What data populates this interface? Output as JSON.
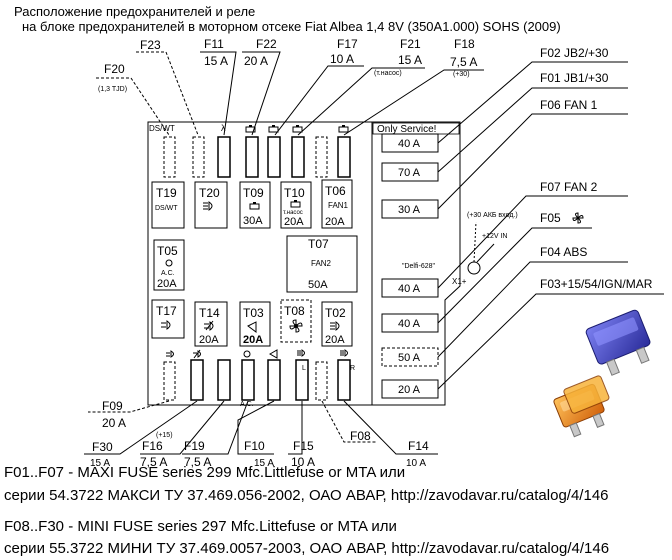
{
  "header": {
    "line1": "Расположение предохранителей и реле",
    "line2": "на блоке предохранителей в моторном отсеке Fiat Albea 1,4 8V (350A1.000) SOHS (2009)"
  },
  "top_labels": {
    "f23": "F23",
    "f11": "F11",
    "f11_amp": "15 A",
    "f22": "F22",
    "f22_amp": "20 A",
    "f17": "F17",
    "f17_amp": "10 A",
    "f21": "F21",
    "f21_amp": "15 A",
    "f21_note": "(т.насос)",
    "f18": "F18",
    "f18_amp": "7,5 A",
    "f18_note": "(+30)",
    "f20": "F20",
    "f20_note": "(1,3 TJD)"
  },
  "right_labels": {
    "f02": "F02 JB2/+30",
    "f01": "F01 JB1/+30",
    "f06": "F06 FAN 1",
    "f07": "F07 FAN 2",
    "f05": "F05",
    "f04": "F04 ABS",
    "f03": "F03+15/54/IGN/MAR"
  },
  "box": {
    "only_service": "Only Service!",
    "maxi_top": [
      "40 A",
      "70 A",
      "30 A"
    ],
    "maxi_bottom": [
      "40 A",
      "40 A",
      "50 A",
      "20 A"
    ],
    "battery_note": "(+30 АКБ вход.)",
    "ign_note": "+12V IN",
    "x1": "X1+",
    "delfi": "\"Delfi-628\"",
    "ds_wt": "DS/WT",
    "relays": {
      "t19": "T19",
      "t19_sub": "DS/WT",
      "t20": "T20",
      "t09": "T09",
      "t09_amp": "30A",
      "t10": "T10",
      "t10_sub": "т.насос",
      "t10_amp": "20A",
      "t06": "T06",
      "t06_sub": "FAN1",
      "t06_amp": "20A",
      "t05": "T05",
      "t05_sub": "A.C.",
      "t05_amp": "20A",
      "t07": "T07",
      "t07_sub": "FAN2",
      "t07_amp": "50A",
      "t17": "T17",
      "t14": "T14",
      "t14_amp": "20A",
      "t03": "T03",
      "t03_amp": "20A",
      "t08": "T08",
      "t02": "T02",
      "t02_amp": "20A"
    },
    "fuse_mark_ac": "A.C.",
    "fuse_mark_l": "L",
    "fuse_mark_r": "R"
  },
  "bottom_labels": {
    "f09": "F09",
    "f09_amp": "20 A",
    "f30": "F30",
    "f30_amp": "15 A",
    "f16": "F16",
    "f16_amp": "7,5 A",
    "f16_note": "(+15)",
    "f19": "F19",
    "f19_amp": "7,5 A",
    "f10": "F10",
    "f10_amp": "15 A",
    "f15": "F15",
    "f15_amp": "10 A",
    "f08": "F08",
    "f14": "F14",
    "f14_amp": "10 A"
  },
  "footer": {
    "line1": "F01..F07 - MAXI FUSE series 299 Mfc.Littlefuse or MTA или",
    "line2": "серии   54.3722 МАКСИ ТУ 37.469.056-2002, ОАО АВАР, http://zavodavar.ru/catalog/4/146",
    "line3": "F08..F30 - MINI FUSE series 297 Mfc.Littefuse or MTA или",
    "line4": "серии 55.3722 МИНИ ТУ 37.469.0057-2003, ОАО АВАР, http://zavodavar.ru/catalog/4/146"
  },
  "colors": {
    "line": "#000000",
    "fuse_blue": "#3b3fc8",
    "fuse_orange": "#f08a1e"
  },
  "icons": [
    "lamp-icon",
    "engine-icon",
    "fan-icon",
    "horn-icon",
    "headlight-icon",
    "foglight-icon",
    "ac-icon",
    "lambda-icon"
  ]
}
